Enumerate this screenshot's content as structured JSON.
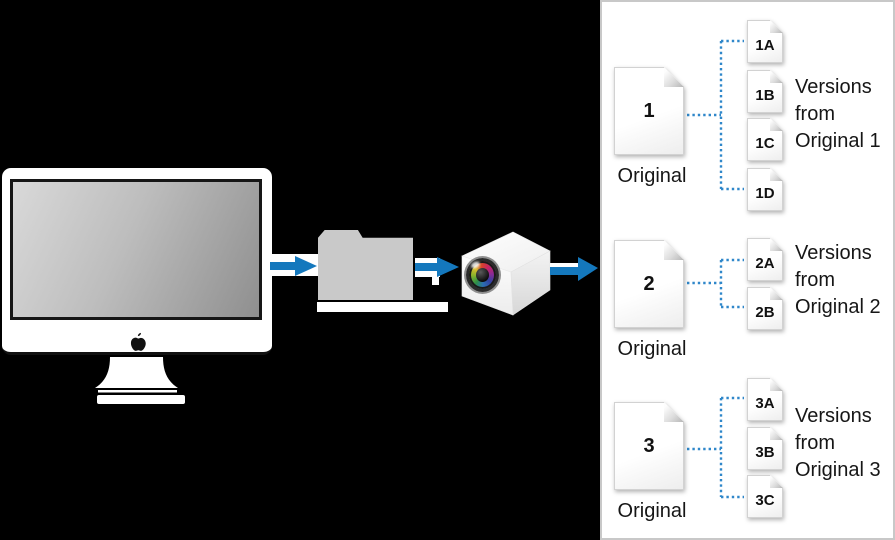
{
  "diagram": {
    "background_color": "#000000",
    "flow": {
      "computer_icon": "imac-computer",
      "folder_icon": "gray-folder",
      "library_icon": "aperture-library-cube",
      "arrow_color": "#1478bd"
    },
    "panel": {
      "border_color": "#c8c8c8",
      "connector_color": "#2f87ca",
      "groups": [
        {
          "original_number": "1",
          "original_caption": "Original",
          "versions": [
            "1A",
            "1B",
            "1C",
            "1D"
          ],
          "caption_lines": [
            "Versions",
            "from",
            "Original 1"
          ]
        },
        {
          "original_number": "2",
          "original_caption": "Original",
          "versions": [
            "2A",
            "2B"
          ],
          "caption_lines": [
            "Versions",
            "from",
            "Original 2"
          ]
        },
        {
          "original_number": "3",
          "original_caption": "Original",
          "versions": [
            "3A",
            "3B",
            "3C"
          ],
          "caption_lines": [
            "Versions",
            "from",
            "Original 3"
          ]
        }
      ]
    }
  }
}
